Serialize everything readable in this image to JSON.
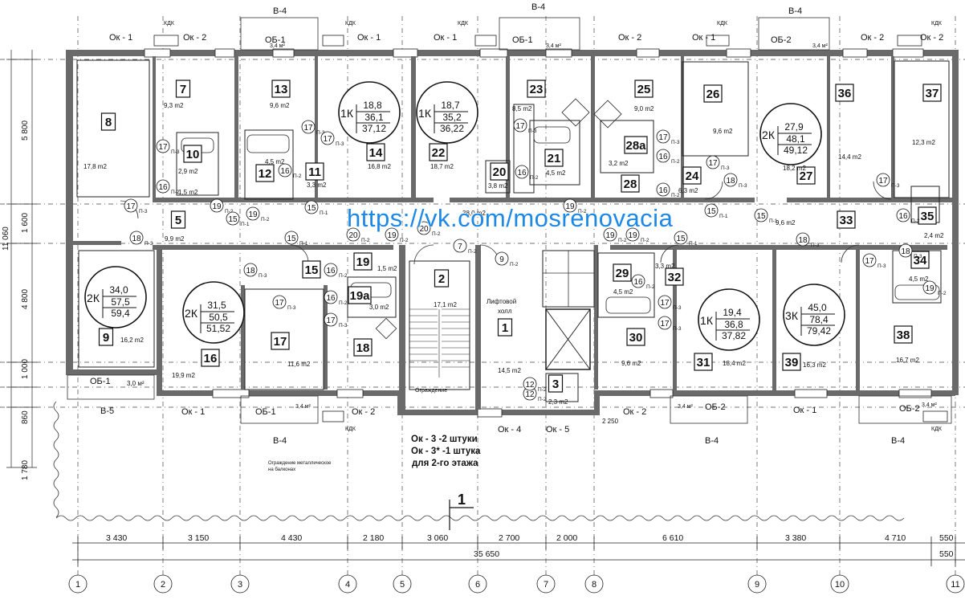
{
  "watermark_url": "https://vk.com/mosrenovacia",
  "top_labels": [
    {
      "t": "Ок - 1"
    },
    {
      "t": "Ок - 2"
    },
    {
      "t": "ОБ-1"
    },
    {
      "t": "Ок - 1"
    },
    {
      "t": "Ок - 1"
    },
    {
      "t": "ОБ-1"
    },
    {
      "t": "Ок - 2"
    },
    {
      "t": "Ок - 1"
    },
    {
      "t": "ОБ-2"
    },
    {
      "t": "Ок - 2"
    },
    {
      "t": "Ок - 2"
    }
  ],
  "balcony_tags": [
    "В-4",
    "В-4",
    "В-4",
    "В-4",
    "В-5",
    "В-4",
    "В-4"
  ],
  "kdk": "КДК",
  "balcony_area": "3,4 м²",
  "room_numbers": [
    "1",
    "2",
    "3",
    "5",
    "7",
    "8",
    "9",
    "10",
    "11",
    "12",
    "13",
    "14",
    "15",
    "16",
    "17",
    "18",
    "19",
    "19а",
    "20",
    "21",
    "22",
    "23",
    "24",
    "25",
    "26",
    "27",
    "28",
    "28а",
    "29",
    "30",
    "31",
    "32",
    "33",
    "34",
    "35",
    "36",
    "37",
    "38",
    "39"
  ],
  "areas": {
    "a8": "17,8 m2",
    "a7": "9,3 m2",
    "a13": "9,6 m2",
    "a14": "16,8 m2",
    "a22": "18,7 m2",
    "a23": "8,5 m2",
    "a25": "9,0 m2",
    "a26": "9,6 m2",
    "a27": "18,2 m2",
    "a36": "14,4 m2",
    "a37": "12,3 m2",
    "a5": "9,9 m2",
    "a33": "9,6 m2",
    "a9": "16,2 m2",
    "a16": "19,9 m2",
    "a17": "11,6 m2",
    "a1": "14,5 m2",
    "a2": "17,1 m2",
    "a30": "9,6 m2",
    "a31": "18,4 m2",
    "a39": "16,3 m2",
    "a38": "16,7 m2",
    "a12": "4,5 m2",
    "a11": "3,3 m2",
    "a10": "2,9 m2",
    "a10b": "1,5 m2",
    "a21": "4,5 m2",
    "a20": "3,8 m2",
    "a28a": "3,2 m2",
    "a24": "6,3 m2",
    "a29": "4,5 m2",
    "a32": "3,3 m2",
    "a35": "2,4 m2",
    "a34": "4,5 m2",
    "a19a": "3,0 m2",
    "a3": "2,3 m2",
    "corr": "38,0 m2",
    "a19": "1,5 m2",
    "ob": "3,0 м²"
  },
  "lift_hall": [
    "Лифтовой",
    "холл"
  ],
  "ograzhdenie": "Ограждение",
  "apartments": [
    {
      "k": "1К",
      "a": "18,8",
      "b": "36,1",
      "c": "37,12"
    },
    {
      "k": "1К",
      "a": "18,7",
      "b": "35,2",
      "c": "36,22"
    },
    {
      "k": "2К",
      "a": "27,9",
      "b": "48,1",
      "c": "49,12"
    },
    {
      "k": "2К",
      "a": "34,0",
      "b": "57,5",
      "c": "59,4"
    },
    {
      "k": "2К",
      "a": "31,5",
      "b": "50,5",
      "c": "51,52"
    },
    {
      "k": "1К",
      "a": "19,4",
      "b": "36,8",
      "c": "37,82"
    },
    {
      "k": "3К",
      "a": "45,0",
      "b": "78,4",
      "c": "79,42"
    }
  ],
  "markers": [
    "П-1",
    "П-2",
    "П-3"
  ],
  "bottom_labels": [
    {
      "t": "ОБ-1"
    },
    {
      "t": "Ок - 1"
    },
    {
      "t": "ОБ-1"
    },
    {
      "t": "Ок - 2"
    },
    {
      "t": "Ок - 4"
    },
    {
      "t": "Ок - 5"
    },
    {
      "t": "Ок - 2"
    },
    {
      "t": "ОБ-2"
    },
    {
      "t": "Ок - 1"
    },
    {
      "t": "ОБ-2"
    }
  ],
  "window_note": [
    "Ок - 3 -2 штуки",
    "Ок - 3* -1 штука",
    "для 2-го этажа"
  ],
  "fence_note": [
    "Ограждение металлическое",
    "на балконах"
  ],
  "section_mark": "1",
  "left_dims": [
    "5 800",
    "1 600",
    "4 800",
    "1 000",
    "860",
    "1 780",
    "11 060"
  ],
  "bottom_dims": [
    "3 430",
    "3 150",
    "4 430",
    "2 180",
    "3 060",
    "2 700",
    "2 000",
    "6 610",
    "3 380",
    "4 710",
    "550"
  ],
  "overall_dim": "35 650",
  "overall_dim_right": "550",
  "dim_2250": "2 250",
  "axes": [
    "1",
    "2",
    "3",
    "4",
    "5",
    "6",
    "7",
    "8",
    "9",
    "10",
    "11"
  ]
}
